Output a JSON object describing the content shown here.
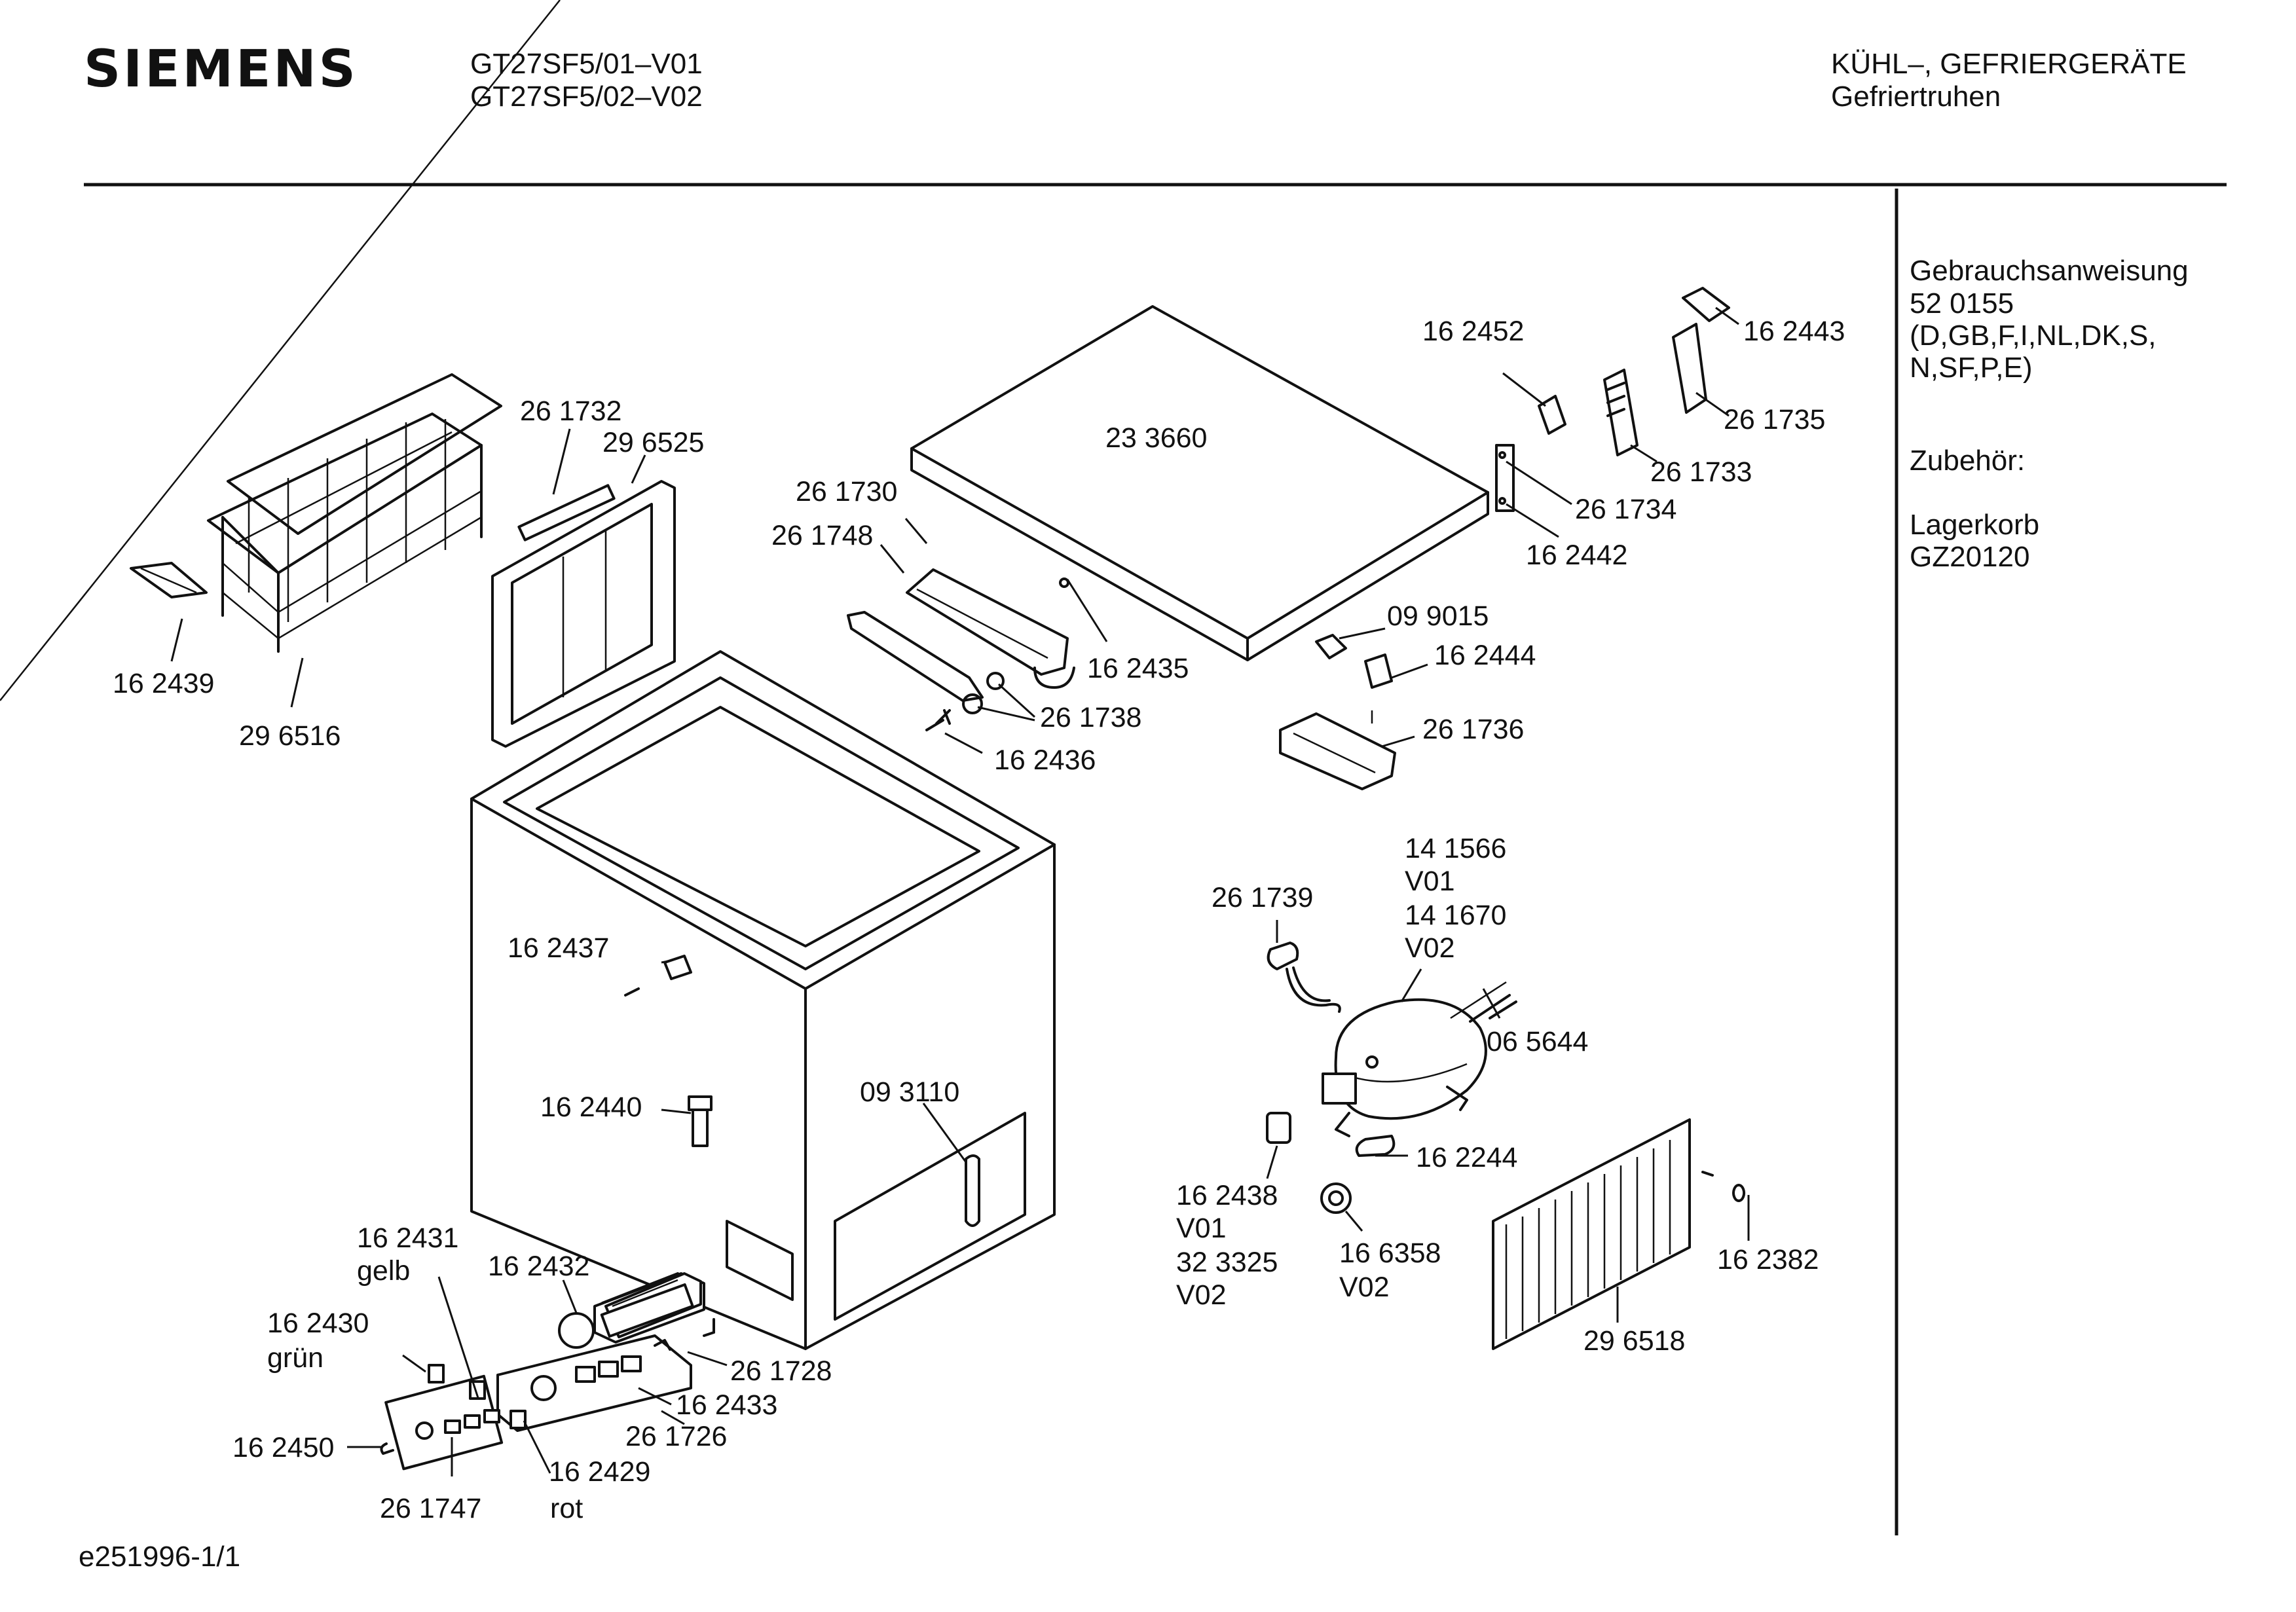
{
  "header": {
    "brand": "SIEMENS",
    "models": [
      "GT27SF5/01–V01",
      "GT27SF5/02–V02"
    ],
    "category": "KÜHL–, GEFRIERGERÄTE",
    "subcategory": "Gefriertruhen"
  },
  "sidebar": {
    "lines": [
      "Gebrauchsanweisung",
      "52 0155",
      "(D,GB,F,I,NL,DK,S,",
      "N,SF,P,E)",
      "Zubehör:",
      "Lagerkorb",
      "GZ20120"
    ]
  },
  "labels": [
    "26 1732",
    "29 6525",
    "16 2439",
    "29 6516",
    "23 3660",
    "26 1730",
    "26 1748",
    "16 2435",
    "26 1738",
    "16 2436",
    "16 2452",
    "16 2443",
    "26 1735",
    "26 1733",
    "26 1734",
    "16 2442",
    "09 9015",
    "16 2444",
    "26 1736",
    "16 2437",
    "16 2440",
    "09 3110",
    "14 1566",
    "V01",
    "14 1670",
    "V02",
    "26 1739",
    "06 5644",
    "16 2244",
    "16 2438",
    "V01",
    "32 3325",
    "V02",
    "16 6358",
    "V02",
    "16 2382",
    "29 6518",
    "16 2431",
    "gelb",
    "16 2432",
    "16 2430",
    "grün",
    "26 1728",
    "16 2433",
    "16 2450",
    "26 1726",
    "16 2429",
    "26 1747",
    "rot"
  ],
  "footer": {
    "code": "e251996-1/1"
  }
}
